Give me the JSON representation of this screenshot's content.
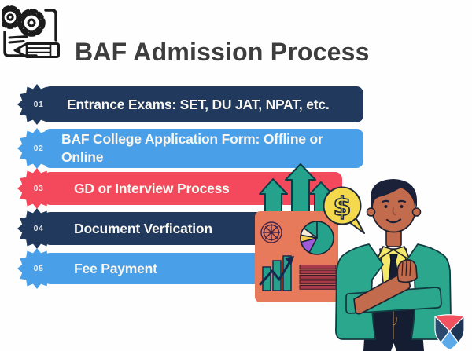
{
  "header": {
    "icon": "gears-document-pencil-icon",
    "title": "BAF Admission Process",
    "title_color": "#3d3d3d"
  },
  "steps": [
    {
      "num": "01",
      "label": "Entrance Exams: SET, DU JAT, NPAT, etc.",
      "color": "#20395c"
    },
    {
      "num": "02",
      "label": "BAF College Application Form: Offline or Online",
      "line1": "BAF College Application Form: Offline or",
      "line2": "Online",
      "color": "#4aa0e8"
    },
    {
      "num": "03",
      "label": "GD or Interview Process",
      "color": "#f4485d"
    },
    {
      "num": "04",
      "label": "Document Verfication",
      "color": "#20395c"
    },
    {
      "num": "05",
      "label": "Fee Payment",
      "color": "#4aa0e8"
    }
  ],
  "illustration": {
    "dollar_symbol": "$",
    "elements": [
      "growth-arrows",
      "analytics-board",
      "compass-rose",
      "pie-chart",
      "bar-chart-with-trend-arrow",
      "list-stripes",
      "dollar-speech-bubble",
      "businessman-crossed-arms",
      "shield-logo"
    ],
    "colors": {
      "navy": "#20395c",
      "blue": "#4aa0e8",
      "red": "#f4485d",
      "teal": "#25a28c",
      "salmon": "#e87a5c",
      "yellow": "#f3d94b",
      "skin": "#c26b4d",
      "dark_navy": "#1a2138",
      "purple": "#9f5bd6",
      "maroon": "#a63a49",
      "cream": "#f4ecd9",
      "shield_red": "#f2525f",
      "shield_navy_left": "#2b4a6e",
      "shield_navy_right": "#1d3453",
      "shield_light_blue": "#5ca9e8"
    }
  }
}
